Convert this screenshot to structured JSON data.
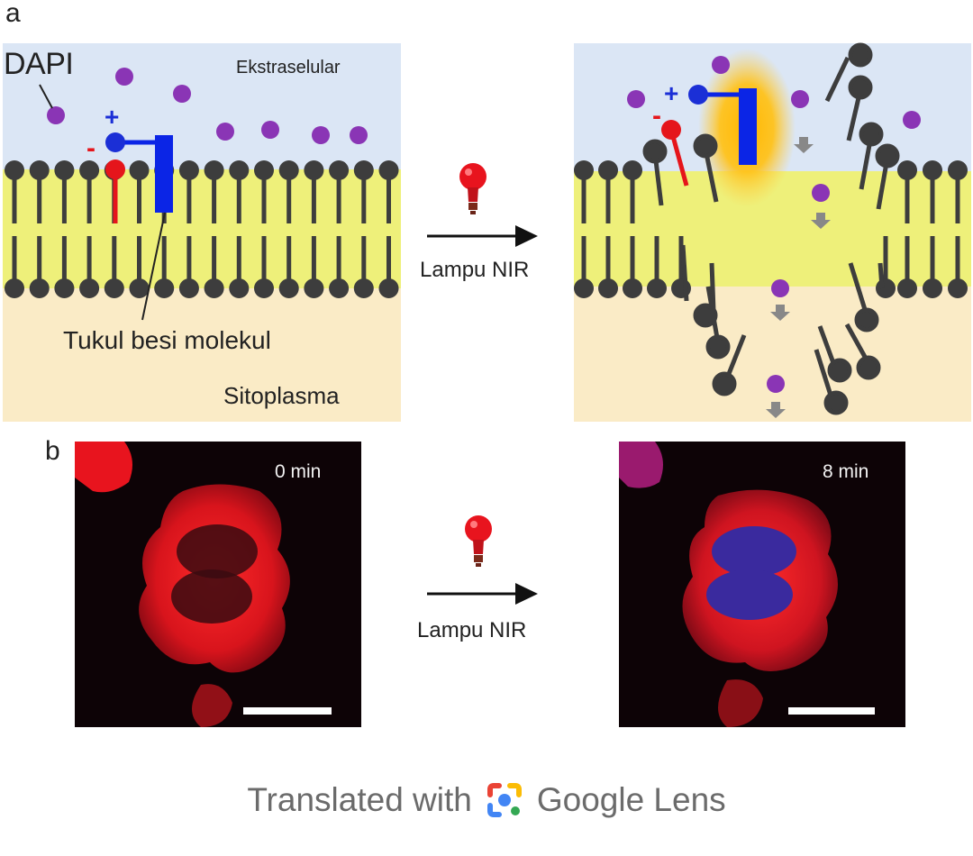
{
  "panels": {
    "a": {
      "letter": "a",
      "dapi_label": "DAPI",
      "extracellular_label": "Ekstraselular",
      "hammer_label": "Tukul besi molekul",
      "cytoplasm_label": "Sitoplasma",
      "plus_sign": "+",
      "minus_sign": "-",
      "arrow_label": "Lampu NIR"
    },
    "b": {
      "letter": "b",
      "left_time": "0 min",
      "right_time": "8 min",
      "arrow_label": "Lampu NIR"
    }
  },
  "colors": {
    "extracellular": "#dbe6f5",
    "membrane_core": "#eef07a",
    "cytoplasm": "#faebc6",
    "lipid": "#3d3d3d",
    "dapi": "#8a35b5",
    "positive": "#1b2fd6",
    "negative": "#e5151b",
    "hammer": "#0b25e6",
    "glow": "#ffb700",
    "fluor_red": "#e8141e",
    "nucleus_blue": "#3a2a9e"
  },
  "icons": [
    "lightbulb-icon",
    "arrow-right-icon",
    "google-lens-icon"
  ],
  "footer": {
    "prefix": "Translated with",
    "brand": "Google Lens"
  }
}
